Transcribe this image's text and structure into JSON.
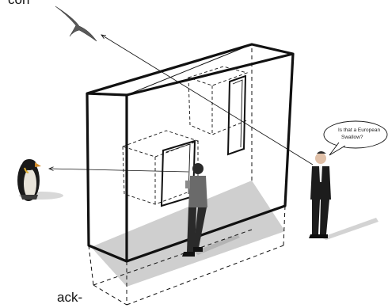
{
  "caption": {
    "top_fragment": "con",
    "bottom_fragment": "ack-"
  },
  "speech_bubble": {
    "line1": "Is that a European",
    "line2": "Swallow?"
  },
  "colors": {
    "outline": "#111111",
    "floor": "#cfcfcf",
    "shadow": "#c8c8c8",
    "bubble_fill": "#ffffff"
  },
  "icons": [
    "swallow-bird-icon",
    "penguin-icon",
    "person-viewer-icon",
    "person-in-box-icon"
  ]
}
